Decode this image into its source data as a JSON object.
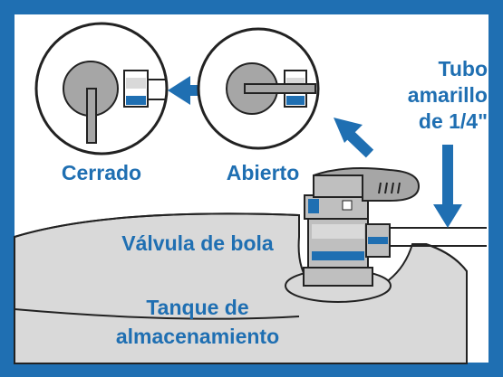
{
  "colors": {
    "frame_blue": "#1f6fb2",
    "label_blue": "#1f6fb2",
    "tank_gray": "#d9d9d9",
    "knob_gray": "#a6a6a6",
    "valve_gray": "#bfbfbf",
    "outline": "#222222",
    "background": "#ffffff"
  },
  "icons": {
    "closed_view": "valve-closed-circle-icon",
    "open_view": "valve-open-circle-icon",
    "arrow_left": "arrow-left-icon",
    "arrow_diagonal": "arrow-up-left-icon",
    "arrow_down": "arrow-down-icon",
    "valve": "ball-valve-icon",
    "tank": "storage-tank-icon"
  },
  "labels": {
    "closed": "Cerrado",
    "open": "Abierto",
    "tube_line1": "Tubo",
    "tube_line2": "amarillo",
    "tube_line3": "de 1/4\"",
    "valve": "Válvula de bola",
    "tank_line1": "Tanque de",
    "tank_line2": "almacenamiento"
  }
}
